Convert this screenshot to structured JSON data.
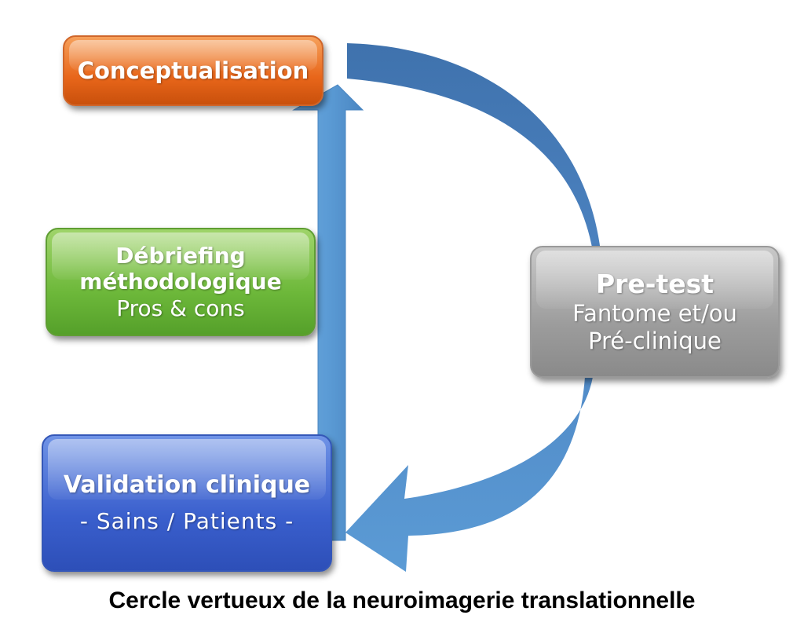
{
  "colors": {
    "arrow_dark": "#3a6aa8",
    "arrow_light": "#5b9bd5",
    "concept": "#e8661a",
    "debrief": "#6db83a",
    "pretest": "#9c9c9c",
    "validation": "#3a5fcd"
  },
  "nodes": {
    "conceptualisation": {
      "title": "Conceptualisation"
    },
    "pretest": {
      "title": "Pre-test",
      "line1": "Fantome et/ou",
      "line2": "Pré-clinique"
    },
    "validation": {
      "title": "Validation clinique",
      "subtitle": "- Sains / Patients -"
    },
    "debriefing": {
      "title_line1": "Débriefing",
      "title_line2": "méthodologique",
      "subtitle": "Pros & cons"
    }
  },
  "caption": "Cercle vertueux de la neuroimagerie translationnelle"
}
